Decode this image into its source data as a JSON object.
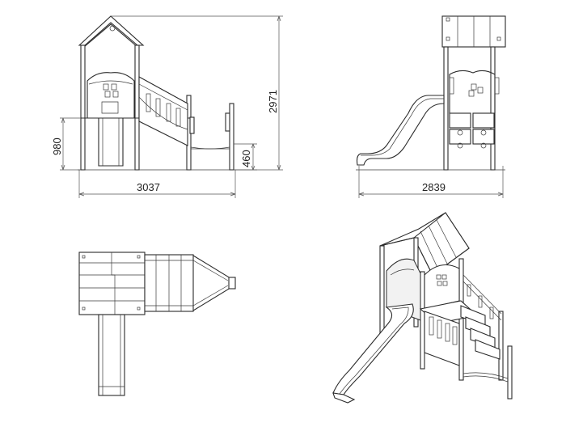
{
  "dimensions": {
    "front_width": "3037",
    "front_height": "2971",
    "deck_height": "980",
    "step_height": "460",
    "side_width": "2839"
  }
}
